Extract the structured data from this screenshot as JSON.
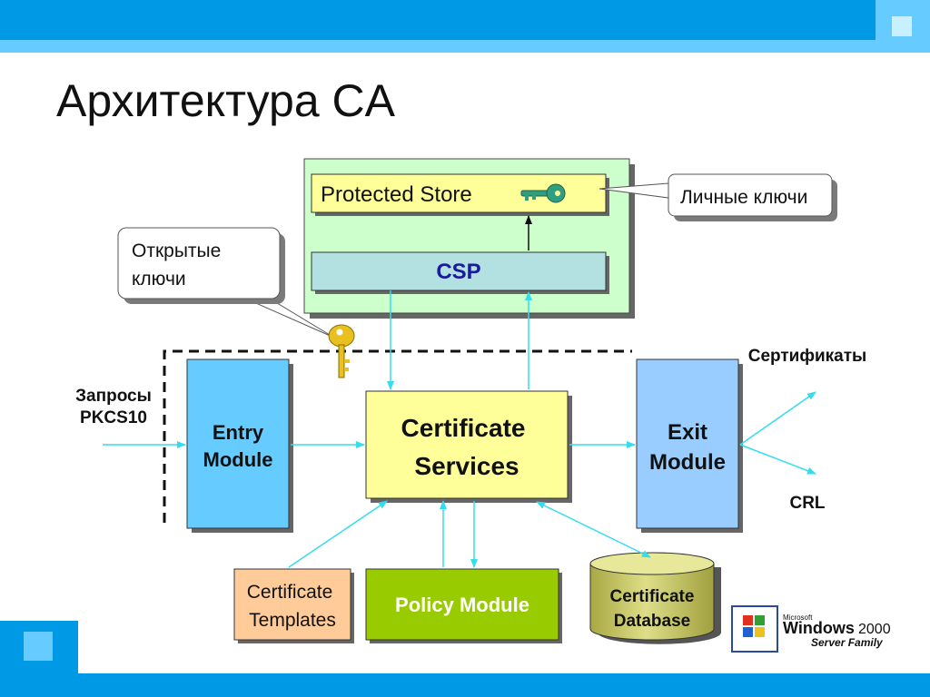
{
  "title": "Архитектура CA",
  "nodes": {
    "protected_store": "Protected Store",
    "csp": "CSP",
    "entry_module_1": "Entry",
    "entry_module_2": "Module",
    "cert_services_1": "Certificate",
    "cert_services_2": "Services",
    "exit_module_1": "Exit",
    "exit_module_2": "Module",
    "cert_templates_1": "Certificate",
    "cert_templates_2": "Templates",
    "policy_module": "Policy Module",
    "cert_db_1": "Certificate",
    "cert_db_2": "Database"
  },
  "callouts": {
    "private_keys": "Личные ключи",
    "public_keys_1": "Открытые",
    "public_keys_2": "ключи"
  },
  "labels": {
    "requests_1": "Запросы",
    "requests_2": "PKCS10",
    "certificates": "Сертификаты",
    "crl": "CRL"
  },
  "logo": {
    "microsoft": "Microsoft",
    "windows": "Windows",
    "version": "2000",
    "family": "Server Family"
  },
  "colors": {
    "top_bar": "#0099e6",
    "accent_light": "#66ccff",
    "store_panel": "#ccffcc",
    "yellow_box": "#ffff99",
    "csp_box": "#b3e0e0",
    "module_box": "#66ccff",
    "exit_box": "#99ccff",
    "templates_box": "#ffcc99",
    "policy_box": "#99cc00",
    "db_fill": "#cccc66",
    "arrow": "#33ddee",
    "key_green": "#2f9f7f",
    "key_gold": "#e8c020"
  }
}
